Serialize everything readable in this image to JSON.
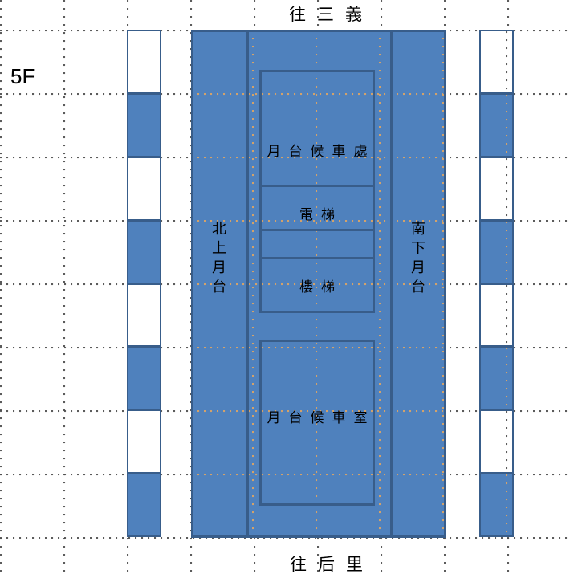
{
  "floor_label": "5F",
  "directions": {
    "top": "往三義",
    "bottom": "往后里"
  },
  "platform": {
    "northbound": "北上月台",
    "southbound": "南下月台"
  },
  "rooms": [
    {
      "label": "月台候車處"
    },
    {
      "label": "電梯"
    },
    {
      "label": ""
    },
    {
      "label": "樓梯"
    },
    {
      "label": "月台候車室"
    }
  ],
  "tracks": {
    "left_segments": [
      "white",
      "blue",
      "white",
      "blue",
      "white",
      "blue",
      "white",
      "blue"
    ],
    "right_segments": [
      "white",
      "blue",
      "white",
      "blue",
      "white",
      "blue",
      "white",
      "blue"
    ]
  },
  "colors": {
    "platform_fill": "#4F81BD",
    "outline": "#385D8A",
    "grid_dot": "#4d4d4d",
    "grid_dot_on_fill": "#DEA564"
  }
}
